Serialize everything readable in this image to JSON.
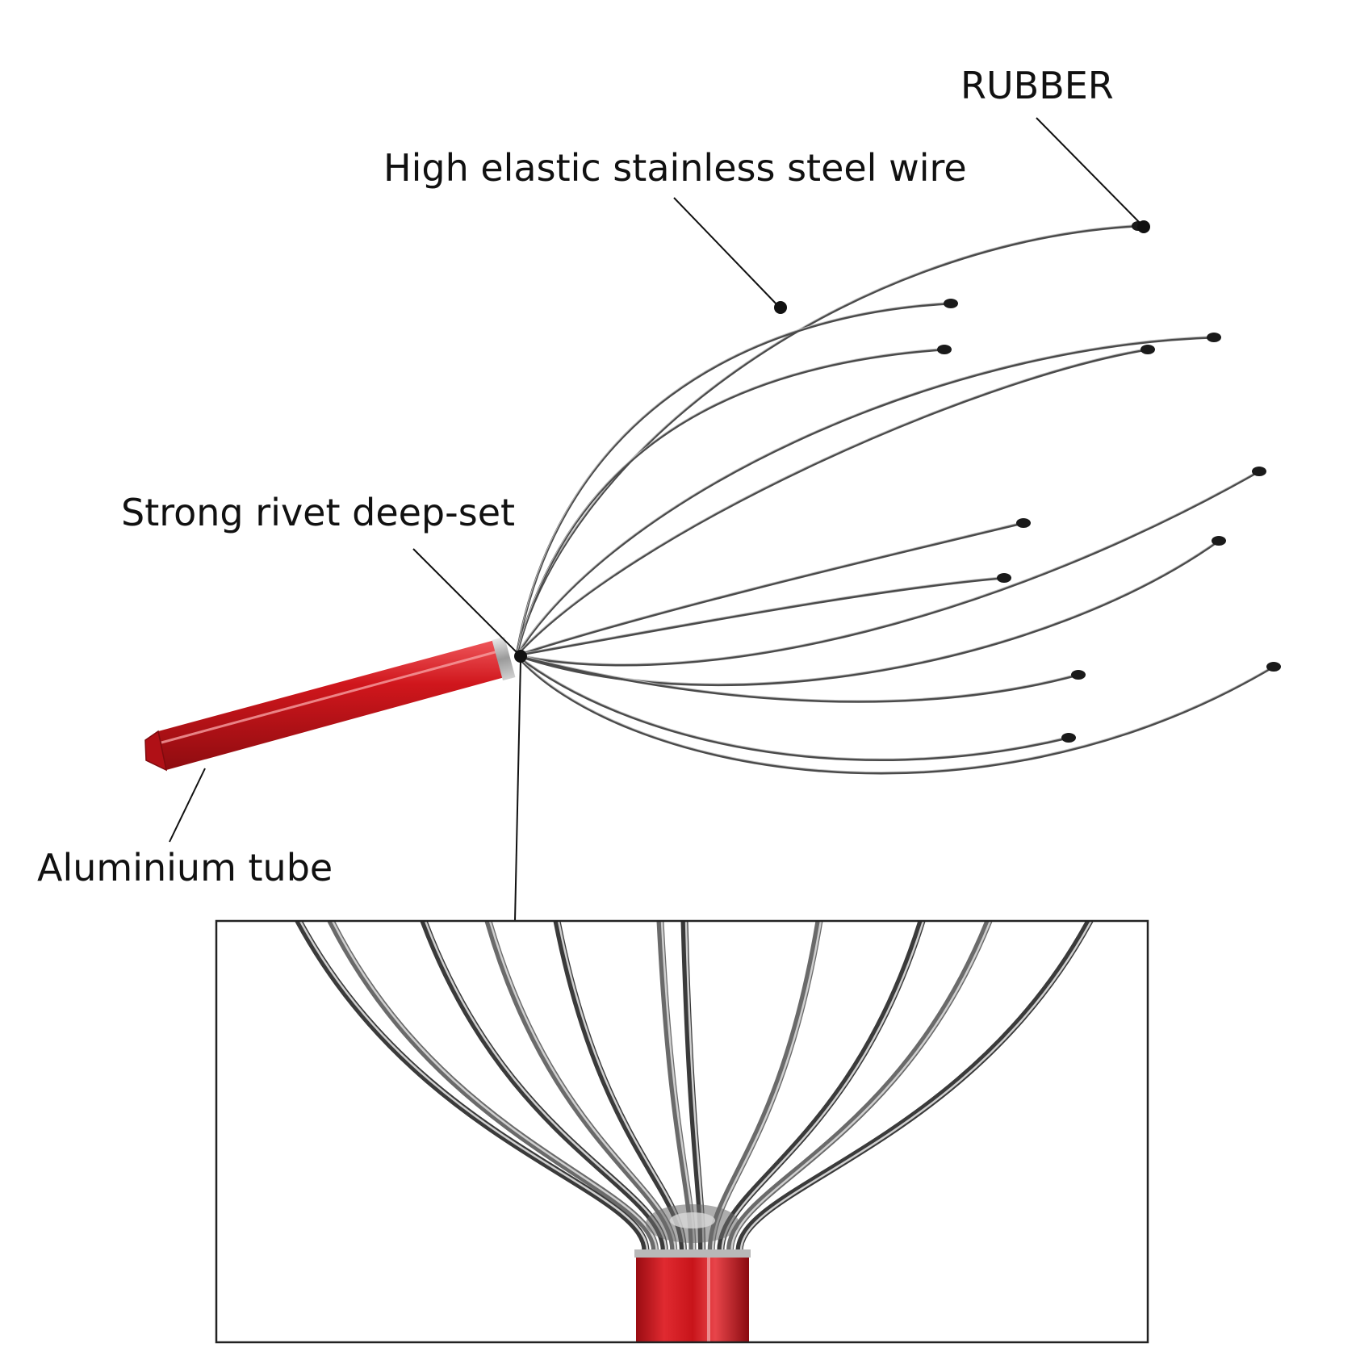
{
  "labels": {
    "rubber": "RUBBER",
    "wire": "High elastic stainless steel wire",
    "rivet": "Strong rivet deep-set",
    "tube": "Aluminium tube"
  },
  "colors": {
    "background": "#ffffff",
    "text": "#111111",
    "leader": "#111111",
    "wire": "#4a4a4a",
    "wire_highlight": "#bcbcbc",
    "tube_red": "#d0161c",
    "tube_dark": "#8e0c10",
    "tube_light": "#f05a5e",
    "tip": "#1a1a1a",
    "inset_border": "#222222"
  }
}
